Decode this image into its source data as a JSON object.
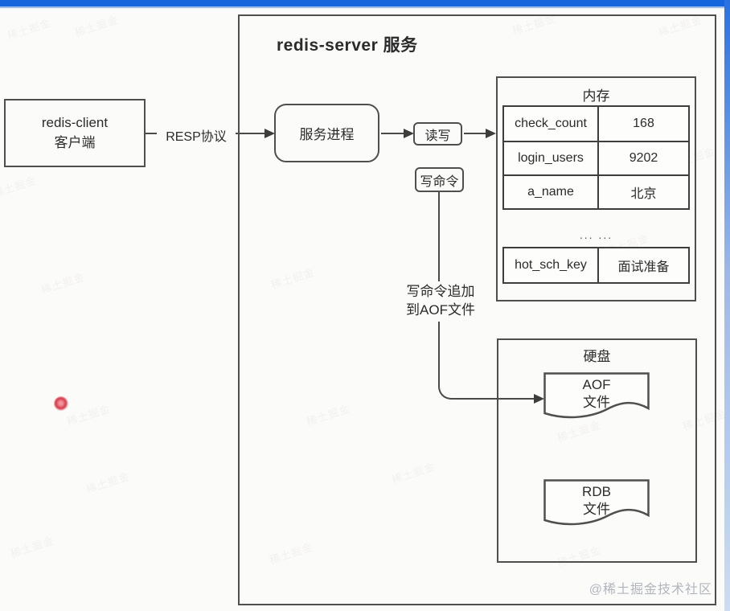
{
  "chrome": {
    "top_bar_color": "#1566dd"
  },
  "diagram": {
    "client_box": {
      "line1": "redis-client",
      "line2": "客户端"
    },
    "resp_label": "RESP协议",
    "server_title": "redis-server 服务",
    "process_label": "服务进程",
    "rw_label": "读写",
    "write_cmd_label": "写命令",
    "aof_note": {
      "line1": "写命令追加",
      "line2": "到AOF文件"
    },
    "memory": {
      "title": "内存",
      "rows": [
        {
          "key": "check_count",
          "value": "168"
        },
        {
          "key": "login_users",
          "value": "9202"
        },
        {
          "key": "a_name",
          "value": "北京"
        }
      ],
      "ellipsis": "... ...",
      "hot_row": {
        "key": "hot_sch_key",
        "value": "面试准备"
      }
    },
    "disk": {
      "title": "硬盘",
      "aof_doc": {
        "line1": "AOF",
        "line2": "文件"
      },
      "rdb_doc": {
        "line1": "RDB",
        "line2": "文件"
      }
    }
  },
  "watermark": {
    "site_credit": "@稀土掘金技术社区",
    "faint_text": "稀土掘金"
  }
}
